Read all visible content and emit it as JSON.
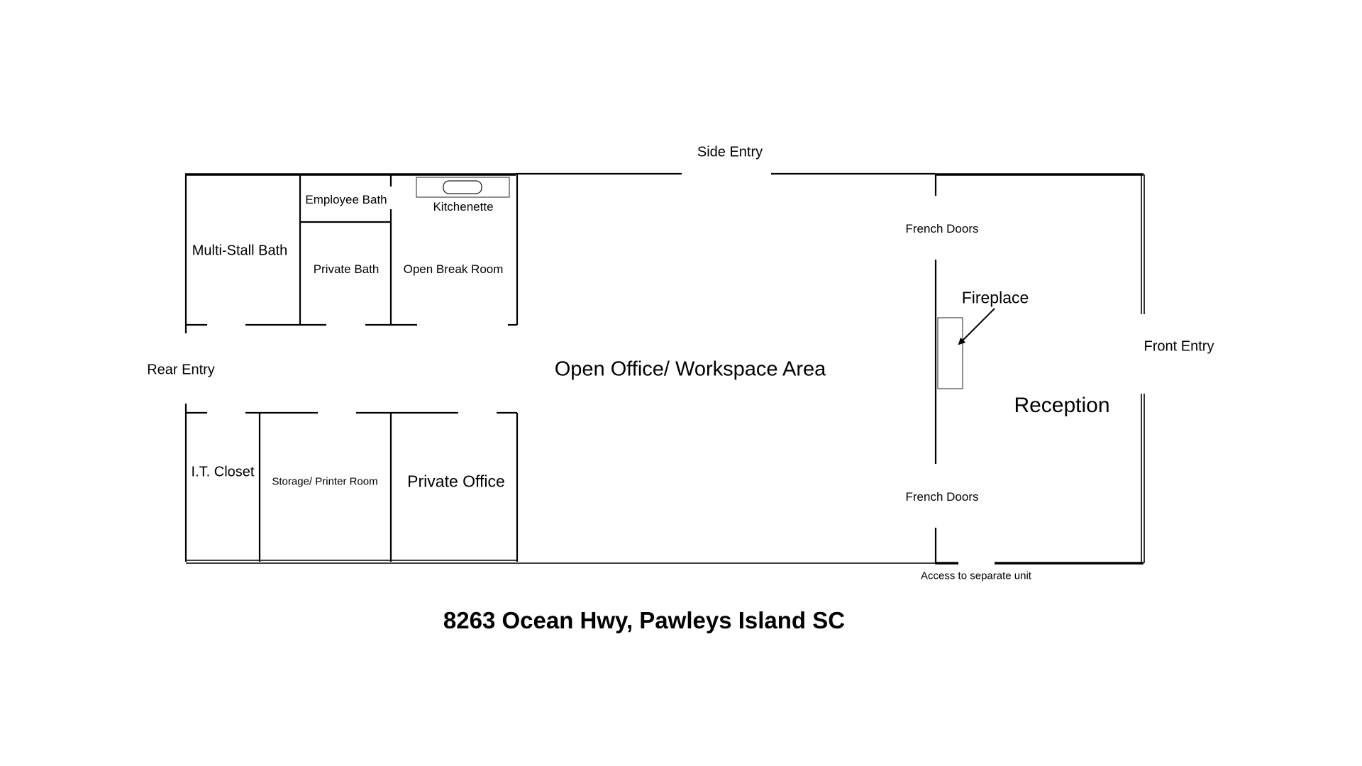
{
  "plan": {
    "title": "8263 Ocean Hwy, Pawleys Island SC",
    "rooms": {
      "multi_stall_bath": "Multi-Stall Bath",
      "employee_bath": "Employee Bath",
      "private_bath": "Private Bath",
      "kitchenette": "Kitchenette",
      "open_break_room": "Open Break Room",
      "it_closet": "I.T. Closet",
      "storage_printer_room": "Storage/ Printer Room",
      "private_office": "Private Office",
      "open_office": "Open Office/ Workspace Area",
      "reception": "Reception"
    },
    "entries": {
      "side_entry": "Side Entry",
      "rear_entry": "Rear Entry",
      "front_entry": "Front Entry",
      "french_doors_top": "French Doors",
      "french_doors_bottom": "French Doors",
      "access_separate_unit": "Access to separate unit"
    },
    "features": {
      "fireplace": "Fireplace"
    }
  }
}
